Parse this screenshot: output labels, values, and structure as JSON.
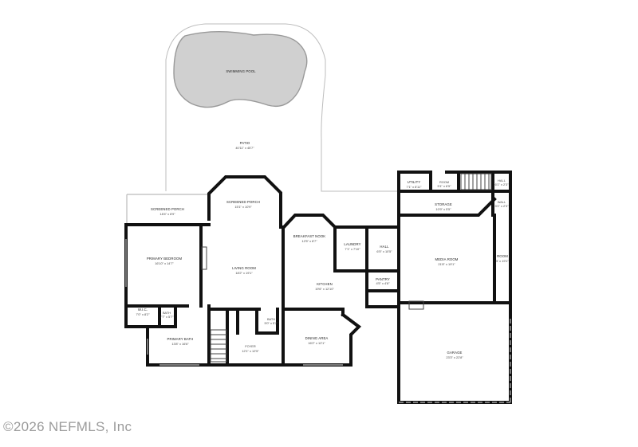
{
  "rooms": {
    "swimming_pool": {
      "name": "SWIMMING POOL",
      "dims": ""
    },
    "patio": {
      "name": "PATIO",
      "dims": "40'11\" x 45'7\""
    },
    "screened_porch_1": {
      "name": "SCREENED PORCH",
      "dims": "18'4\" x 8'9\""
    },
    "screened_porch_2": {
      "name": "SCREENED PORCH",
      "dims": "15'1\" x 10'9\""
    },
    "primary_bedroom": {
      "name": "PRIMARY BEDROOM",
      "dims": "16'10\" x 14'7\""
    },
    "living_room": {
      "name": "LIVING ROOM",
      "dims": "18'2\" x 19'1\""
    },
    "breakfast_nook": {
      "name": "BREAKFAST NOOK",
      "dims": "12'5\" x 8'7\""
    },
    "kitchen": {
      "name": "KITCHEN",
      "dims": "19'6\" x 12'10\""
    },
    "laundry": {
      "name": "LAUNDRY",
      "dims": "7'1\" x 7'10\""
    },
    "hall": {
      "name": "HALL",
      "dims": "6'5\" x 10'5\""
    },
    "pantry": {
      "name": "PANTRY",
      "dims": "4'5\" x 4'8\""
    },
    "utility": {
      "name": "UTILITY",
      "dims": "7'1\" x 8'11\""
    },
    "room_small": {
      "name": "ROOM",
      "dims": "5'1\" x 6'5\""
    },
    "hall_2": {
      "name": "HALL",
      "dims": "6'1\" x 2'3\""
    },
    "wall_room": {
      "name": "WALL",
      "dims": "3'1\" x 2'3\""
    },
    "storage": {
      "name": "STORAGE",
      "dims": "10'9\" x 5'5\""
    },
    "media_room": {
      "name": "MEDIA ROOM",
      "dims": "21'8\" x 19'1\""
    },
    "room_right": {
      "name": "ROOM",
      "dims": "5' x 19'1\""
    },
    "wic": {
      "name": "W.I.C.",
      "dims": "7'0\" x 8'2\""
    },
    "bath_1": {
      "name": "BATH",
      "dims": "7'7\" x 5'7\""
    },
    "primary_bath": {
      "name": "PRIMARY BATH",
      "dims": "13'8\" x 16'6\""
    },
    "foyer": {
      "name": "FOYER",
      "dims": "12'1\" x 12'5\""
    },
    "bath_2": {
      "name": "BATH",
      "dims": "5'0\" x 5'2\""
    },
    "dining_area": {
      "name": "DINING AREA",
      "dims": "16'2\" x 12'1\""
    },
    "garage": {
      "name": "GARAGE",
      "dims": "23'3\" x 22'8\""
    }
  },
  "watermark": "©2026 NEFMLS, Inc"
}
